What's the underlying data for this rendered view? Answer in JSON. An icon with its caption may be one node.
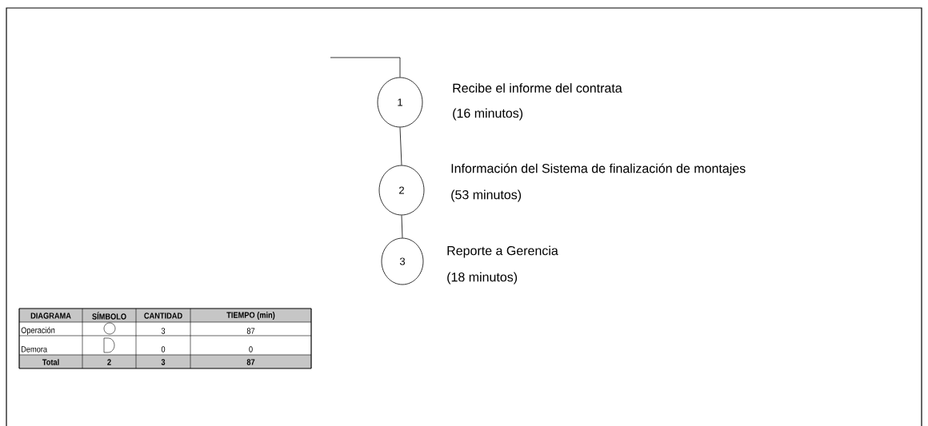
{
  "diagram": {
    "nodes": [
      {
        "text": [
          "1"
        ],
        "beside": [
          "Recibe el informe del contrata",
          "(16 minutos)"
        ]
      },
      {
        "text": [
          "2"
        ],
        "beside": [
          "Información del Sistema de finalización de montajes",
          "(53 minutos)"
        ]
      },
      {
        "text": [
          "3"
        ],
        "beside": [
          "Reporte a Gerencia",
          "(18 minutos)"
        ]
      }
    ],
    "edges": [
      {
        "from": null,
        "to": 0,
        "arrow": "none"
      },
      {
        "from": 0,
        "to": 1,
        "arrow": "none"
      },
      {
        "from": 1,
        "to": 2,
        "arrow": "none"
      }
    ],
    "labels": [
      "DIAGRAMA",
      "SÍMBOLO",
      "CANTIDAD",
      "TIEMPO (min)",
      "Operación",
      "3",
      "87",
      "Demora",
      "0",
      "0",
      "Total",
      "2",
      "3",
      "87"
    ]
  }
}
